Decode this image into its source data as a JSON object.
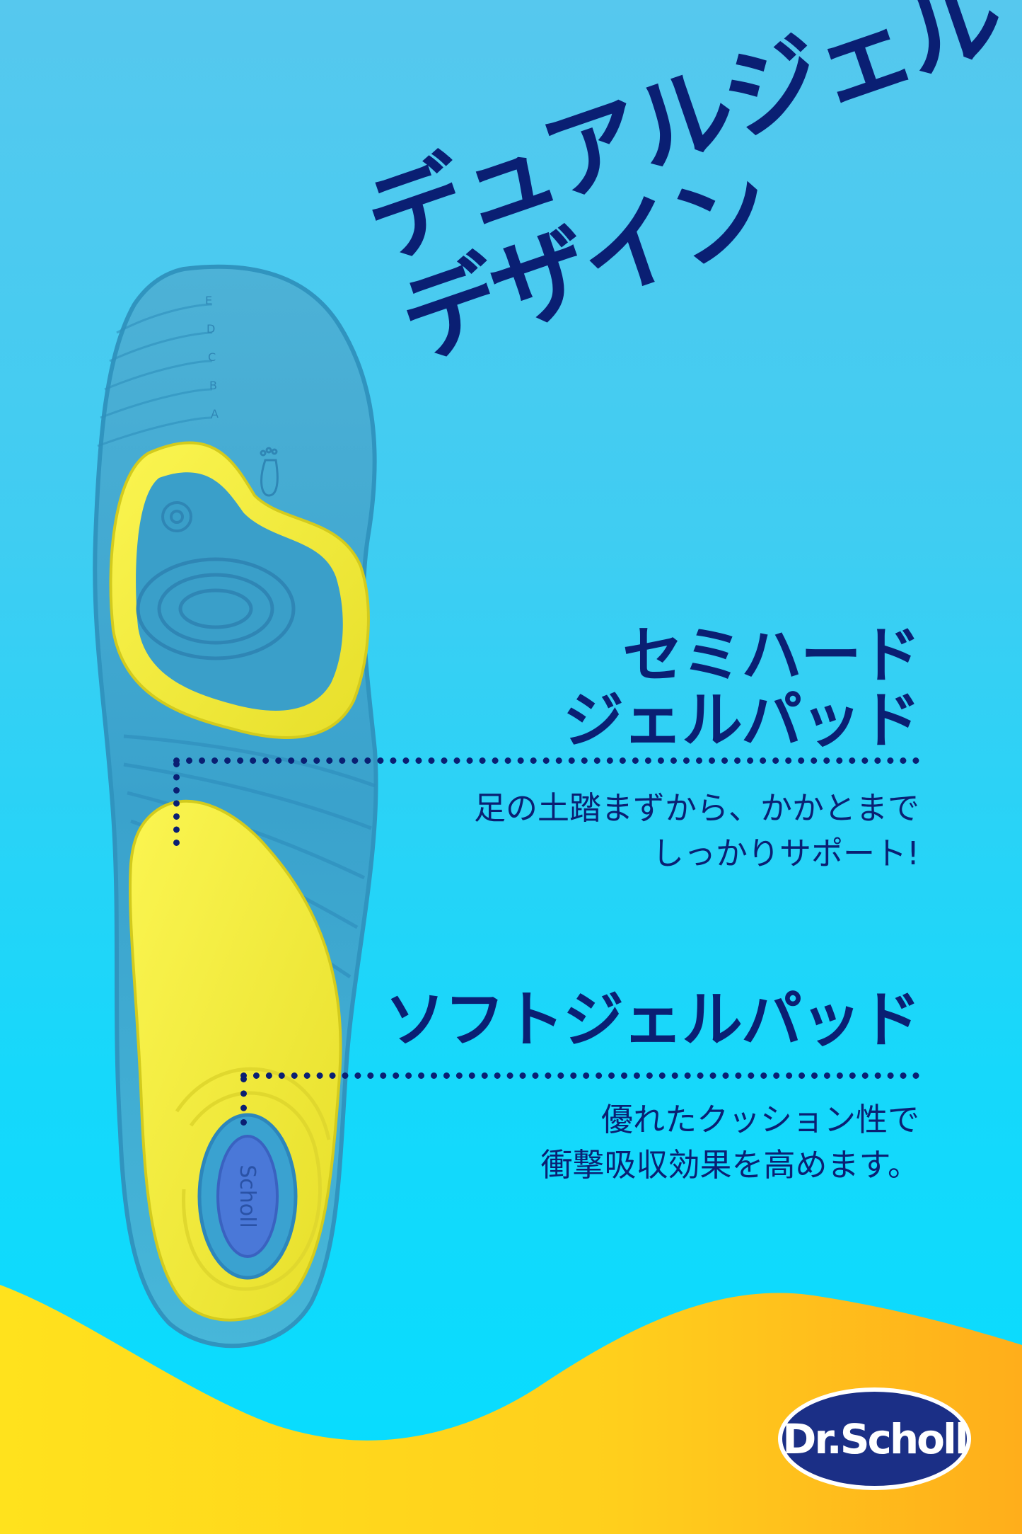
{
  "headline": {
    "line1": "デュアルジェル",
    "line2": "デザイン"
  },
  "semi_hard": {
    "title_line1": "セミハード",
    "title_line2": "ジェルパッド",
    "desc_line1": "足の土踏まずから、かかとまで",
    "desc_line2": "しっかりサポート!"
  },
  "soft": {
    "title": "ソフトジェルパッド",
    "desc_line1": "優れたクッション性で",
    "desc_line2": "衝撃吸収効果を高めます。"
  },
  "insole": {
    "size_marks": [
      "E",
      "D",
      "C",
      "B",
      "A"
    ],
    "brand_mark": "Scholl"
  },
  "logo": {
    "text": "Dr.Scholl"
  },
  "colors": {
    "navy": "#0a1f73",
    "gel_blue": "#3ea8cf",
    "gel_yellow": "#f4ee3c",
    "wave_yellow": "#ffd21e",
    "wave_orange": "#ffb31a"
  }
}
